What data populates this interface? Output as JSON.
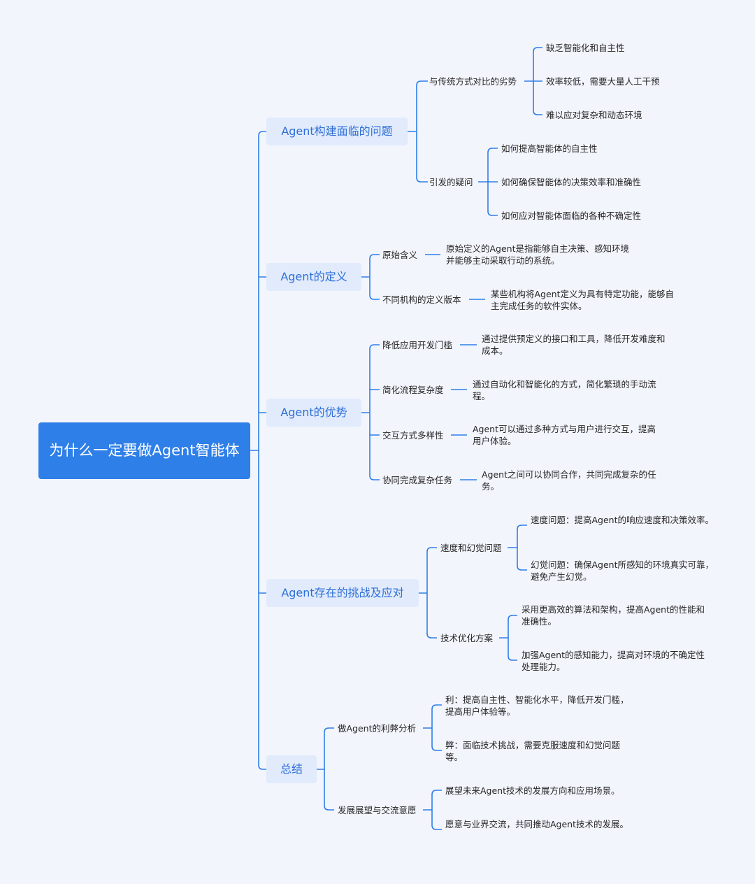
{
  "root": "为什么一定要做Agent智能体",
  "branches": [
    {
      "label": "Agent构建面临的问题",
      "children": [
        {
          "label": "与传统方式对比的劣势",
          "items": [
            "缺乏智能化和自主性",
            "效率较低，需要大量人工干预",
            "难以应对复杂和动态环境"
          ]
        },
        {
          "label": "引发的疑问",
          "items": [
            "如何提高智能体的自主性",
            "如何确保智能体的决策效率和准确性",
            "如何应对智能体面临的各种不确定性"
          ]
        }
      ]
    },
    {
      "label": "Agent的定义",
      "children": [
        {
          "label": "原始含义",
          "items": [
            "原始定义的Agent是指能够自主决策、感知环境并能够主动采取行动的系统。"
          ]
        },
        {
          "label": "不同机构的定义版本",
          "items": [
            "某些机构将Agent定义为具有特定功能，能够自主完成任务的软件实体。"
          ]
        }
      ]
    },
    {
      "label": "Agent的优势",
      "children": [
        {
          "label": "降低应用开发门槛",
          "items": [
            "通过提供预定义的接口和工具，降低开发难度和成本。"
          ]
        },
        {
          "label": "简化流程复杂度",
          "items": [
            "通过自动化和智能化的方式，简化繁琐的手动流程。"
          ]
        },
        {
          "label": "交互方式多样性",
          "items": [
            "Agent可以通过多种方式与用户进行交互，提高用户体验。"
          ]
        },
        {
          "label": "协同完成复杂任务",
          "items": [
            "Agent之间可以协同合作，共同完成复杂的任务。"
          ]
        }
      ]
    },
    {
      "label": "Agent存在的挑战及应对",
      "children": [
        {
          "label": "速度和幻觉问题",
          "items": [
            "速度问题：提高Agent的响应速度和决策效率。",
            "幻觉问题：确保Agent所感知的环境真实可靠，避免产生幻觉。"
          ]
        },
        {
          "label": "技术优化方案",
          "items": [
            "采用更高效的算法和架构，提高Agent的性能和准确性。",
            "加强Agent的感知能力，提高对环境的不确定性处理能力。"
          ]
        }
      ]
    },
    {
      "label": "总结",
      "children": [
        {
          "label": "做Agent的利弊分析",
          "items": [
            "利：提高自主性、智能化水平，降低开发门槛，提高用户体验等。",
            "弊：面临技术挑战，需要克服速度和幻觉问题等。"
          ]
        },
        {
          "label": "发展展望与交流意愿",
          "items": [
            "展望未来Agent技术的发展方向和应用场景。",
            "愿意与业界交流，共同推动Agent技术的发展。"
          ]
        }
      ]
    }
  ],
  "colors": {
    "background": "#f3f5fd",
    "root": "#2e7fe8",
    "branch_bg": "#e1ebfc",
    "branch_text": "#2f6fd8",
    "line": "#2e7fe8",
    "text": "#262626"
  }
}
